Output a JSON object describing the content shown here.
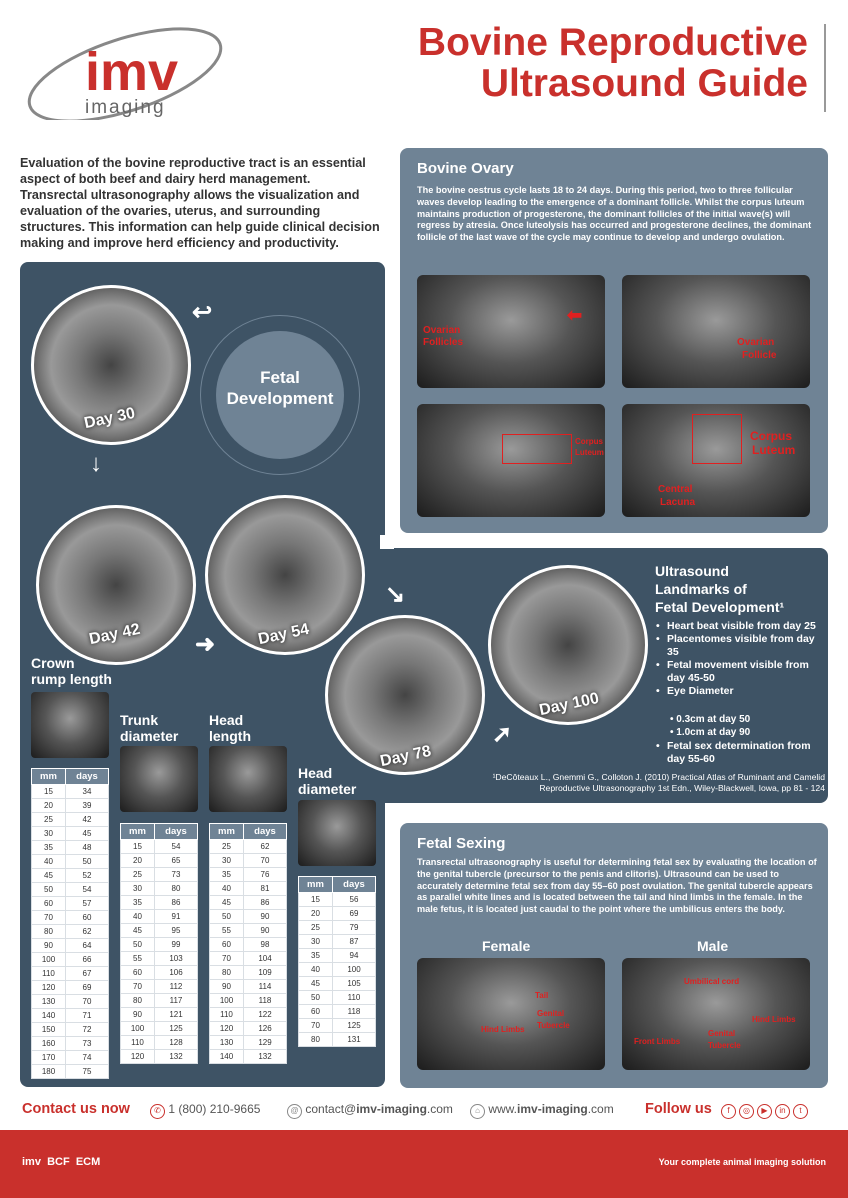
{
  "header": {
    "title_line1": "Bovine Reproductive",
    "title_line2": "Ultrasound Guide",
    "logo_text": "imv",
    "logo_sub": "imaging"
  },
  "intro": "Evaluation of the bovine reproductive tract is an essential aspect of both beef and dairy herd management. Transrectal ultrasonography allows the visualization and evaluation of the ovaries, uterus, and surrounding structures. This information can help guide clinical decision making and improve herd efficiency and productivity.",
  "ovary": {
    "title": "Bovine Ovary",
    "text": "The bovine oestrus cycle lasts 18 to 24 days. During this period, two to three follicular waves develop leading to the emergence of a dominant follicle. Whilst the corpus luteum maintains production of progesterone, the dominant follicles of the initial wave(s) will regress by atresia. Once luteolysis has occurred and progesterone declines, the dominant follicle of the last wave of the cycle may continue to develop and undergo ovulation.",
    "labels": {
      "img1": "Ovarian\nFollicles",
      "img2a": "Ovarian",
      "img2b": "Follicle",
      "img3a": "Corpus",
      "img3b": "Luteum",
      "img4a": "Corpus",
      "img4b": "Luteum",
      "img4c": "Central",
      "img4d": "Lacuna"
    }
  },
  "fetal": {
    "center_line1": "Fetal",
    "center_line2": "Development",
    "days": [
      "Day 30",
      "Day 42",
      "Day 54",
      "Day 78",
      "Day 100"
    ]
  },
  "landmarks": {
    "title_line1": "Ultrasound",
    "title_line2": "Landmarks of",
    "title_line3": "Fetal Development¹",
    "items": [
      "Heart beat visible from day 25",
      "Placentomes visible from day 35",
      "Fetal movement visible from day 45-50",
      "Eye Diameter"
    ],
    "eye_sub": [
      "• 0.3cm at day 50",
      "• 1.0cm at day 90"
    ],
    "last_item": "Fetal sex determination from day 55-60",
    "reference": "¹DeCôteaux L., Gnemmi G., Colloton J. (2010) Practical Atlas of Ruminant and Camelid Reproductive Ultrasonography 1st Edn., Wiley-Blackwell, Iowa, pp 81 - 124"
  },
  "tables": {
    "col_mm": "mm",
    "col_days": "days",
    "crown": {
      "title_line1": "Crown",
      "title_line2": "rump length",
      "rows": [
        [
          "15",
          "34"
        ],
        [
          "20",
          "39"
        ],
        [
          "25",
          "42"
        ],
        [
          "30",
          "45"
        ],
        [
          "35",
          "48"
        ],
        [
          "40",
          "50"
        ],
        [
          "45",
          "52"
        ],
        [
          "50",
          "54"
        ],
        [
          "60",
          "57"
        ],
        [
          "70",
          "60"
        ],
        [
          "80",
          "62"
        ],
        [
          "90",
          "64"
        ],
        [
          "100",
          "66"
        ],
        [
          "110",
          "67"
        ],
        [
          "120",
          "69"
        ],
        [
          "130",
          "70"
        ],
        [
          "140",
          "71"
        ],
        [
          "150",
          "72"
        ],
        [
          "160",
          "73"
        ],
        [
          "170",
          "74"
        ],
        [
          "180",
          "75"
        ]
      ]
    },
    "trunk": {
      "title_line1": "Trunk",
      "title_line2": "diameter",
      "rows": [
        [
          "15",
          "54"
        ],
        [
          "20",
          "65"
        ],
        [
          "25",
          "73"
        ],
        [
          "30",
          "80"
        ],
        [
          "35",
          "86"
        ],
        [
          "40",
          "91"
        ],
        [
          "45",
          "95"
        ],
        [
          "50",
          "99"
        ],
        [
          "55",
          "103"
        ],
        [
          "60",
          "106"
        ],
        [
          "70",
          "112"
        ],
        [
          "80",
          "117"
        ],
        [
          "90",
          "121"
        ],
        [
          "100",
          "125"
        ],
        [
          "110",
          "128"
        ],
        [
          "120",
          "132"
        ]
      ]
    },
    "headlen": {
      "title_line1": "Head",
      "title_line2": "length",
      "rows": [
        [
          "25",
          "62"
        ],
        [
          "30",
          "70"
        ],
        [
          "35",
          "76"
        ],
        [
          "40",
          "81"
        ],
        [
          "45",
          "86"
        ],
        [
          "50",
          "90"
        ],
        [
          "55",
          "90"
        ],
        [
          "60",
          "98"
        ],
        [
          "70",
          "104"
        ],
        [
          "80",
          "109"
        ],
        [
          "90",
          "114"
        ],
        [
          "100",
          "118"
        ],
        [
          "110",
          "122"
        ],
        [
          "120",
          "126"
        ],
        [
          "130",
          "129"
        ],
        [
          "140",
          "132"
        ]
      ]
    },
    "headdia": {
      "title_line1": "Head",
      "title_line2": "diameter",
      "rows": [
        [
          "15",
          "56"
        ],
        [
          "20",
          "69"
        ],
        [
          "25",
          "79"
        ],
        [
          "30",
          "87"
        ],
        [
          "35",
          "94"
        ],
        [
          "40",
          "100"
        ],
        [
          "45",
          "105"
        ],
        [
          "50",
          "110"
        ],
        [
          "60",
          "118"
        ],
        [
          "70",
          "125"
        ],
        [
          "80",
          "131"
        ]
      ]
    }
  },
  "sexing": {
    "title": "Fetal Sexing",
    "text": "Transrectal ultrasonography is useful for determining fetal sex by evaluating the location of the genital tubercle (precursor to the penis and clitoris). Ultrasound can be used to accurately determine fetal sex from day 55–60 post ovulation. The genital tubercle appears as parallel white lines and is located between the tail and hind limbs in the female. In the male fetus, it is located just caudal to the point where the umbilicus enters the body.",
    "female": "Female",
    "male": "Male",
    "female_labels": [
      "Tail",
      "Genital\nTubercle",
      "Hind Limbs"
    ],
    "male_labels": [
      "Umbilical cord",
      "Hind Limbs",
      "Front Limbs",
      "Genital\nTubercle"
    ]
  },
  "contact": {
    "contact_us": "Contact us now",
    "phone": "1 (800) 210-9665",
    "email_pre": "contact@",
    "email_bold": "imv-imaging",
    "email_post": ".com",
    "web_pre": "www.",
    "web_bold": "imv-imaging",
    "web_post": ".com",
    "follow": "Follow us"
  },
  "footer": {
    "brands": [
      "imv",
      "BCF",
      "ECM"
    ],
    "tagline": "Your complete animal imaging solution"
  },
  "colors": {
    "accent": "#c9302c",
    "panel": "#3e5365",
    "grey_panel": "#6f8395"
  }
}
